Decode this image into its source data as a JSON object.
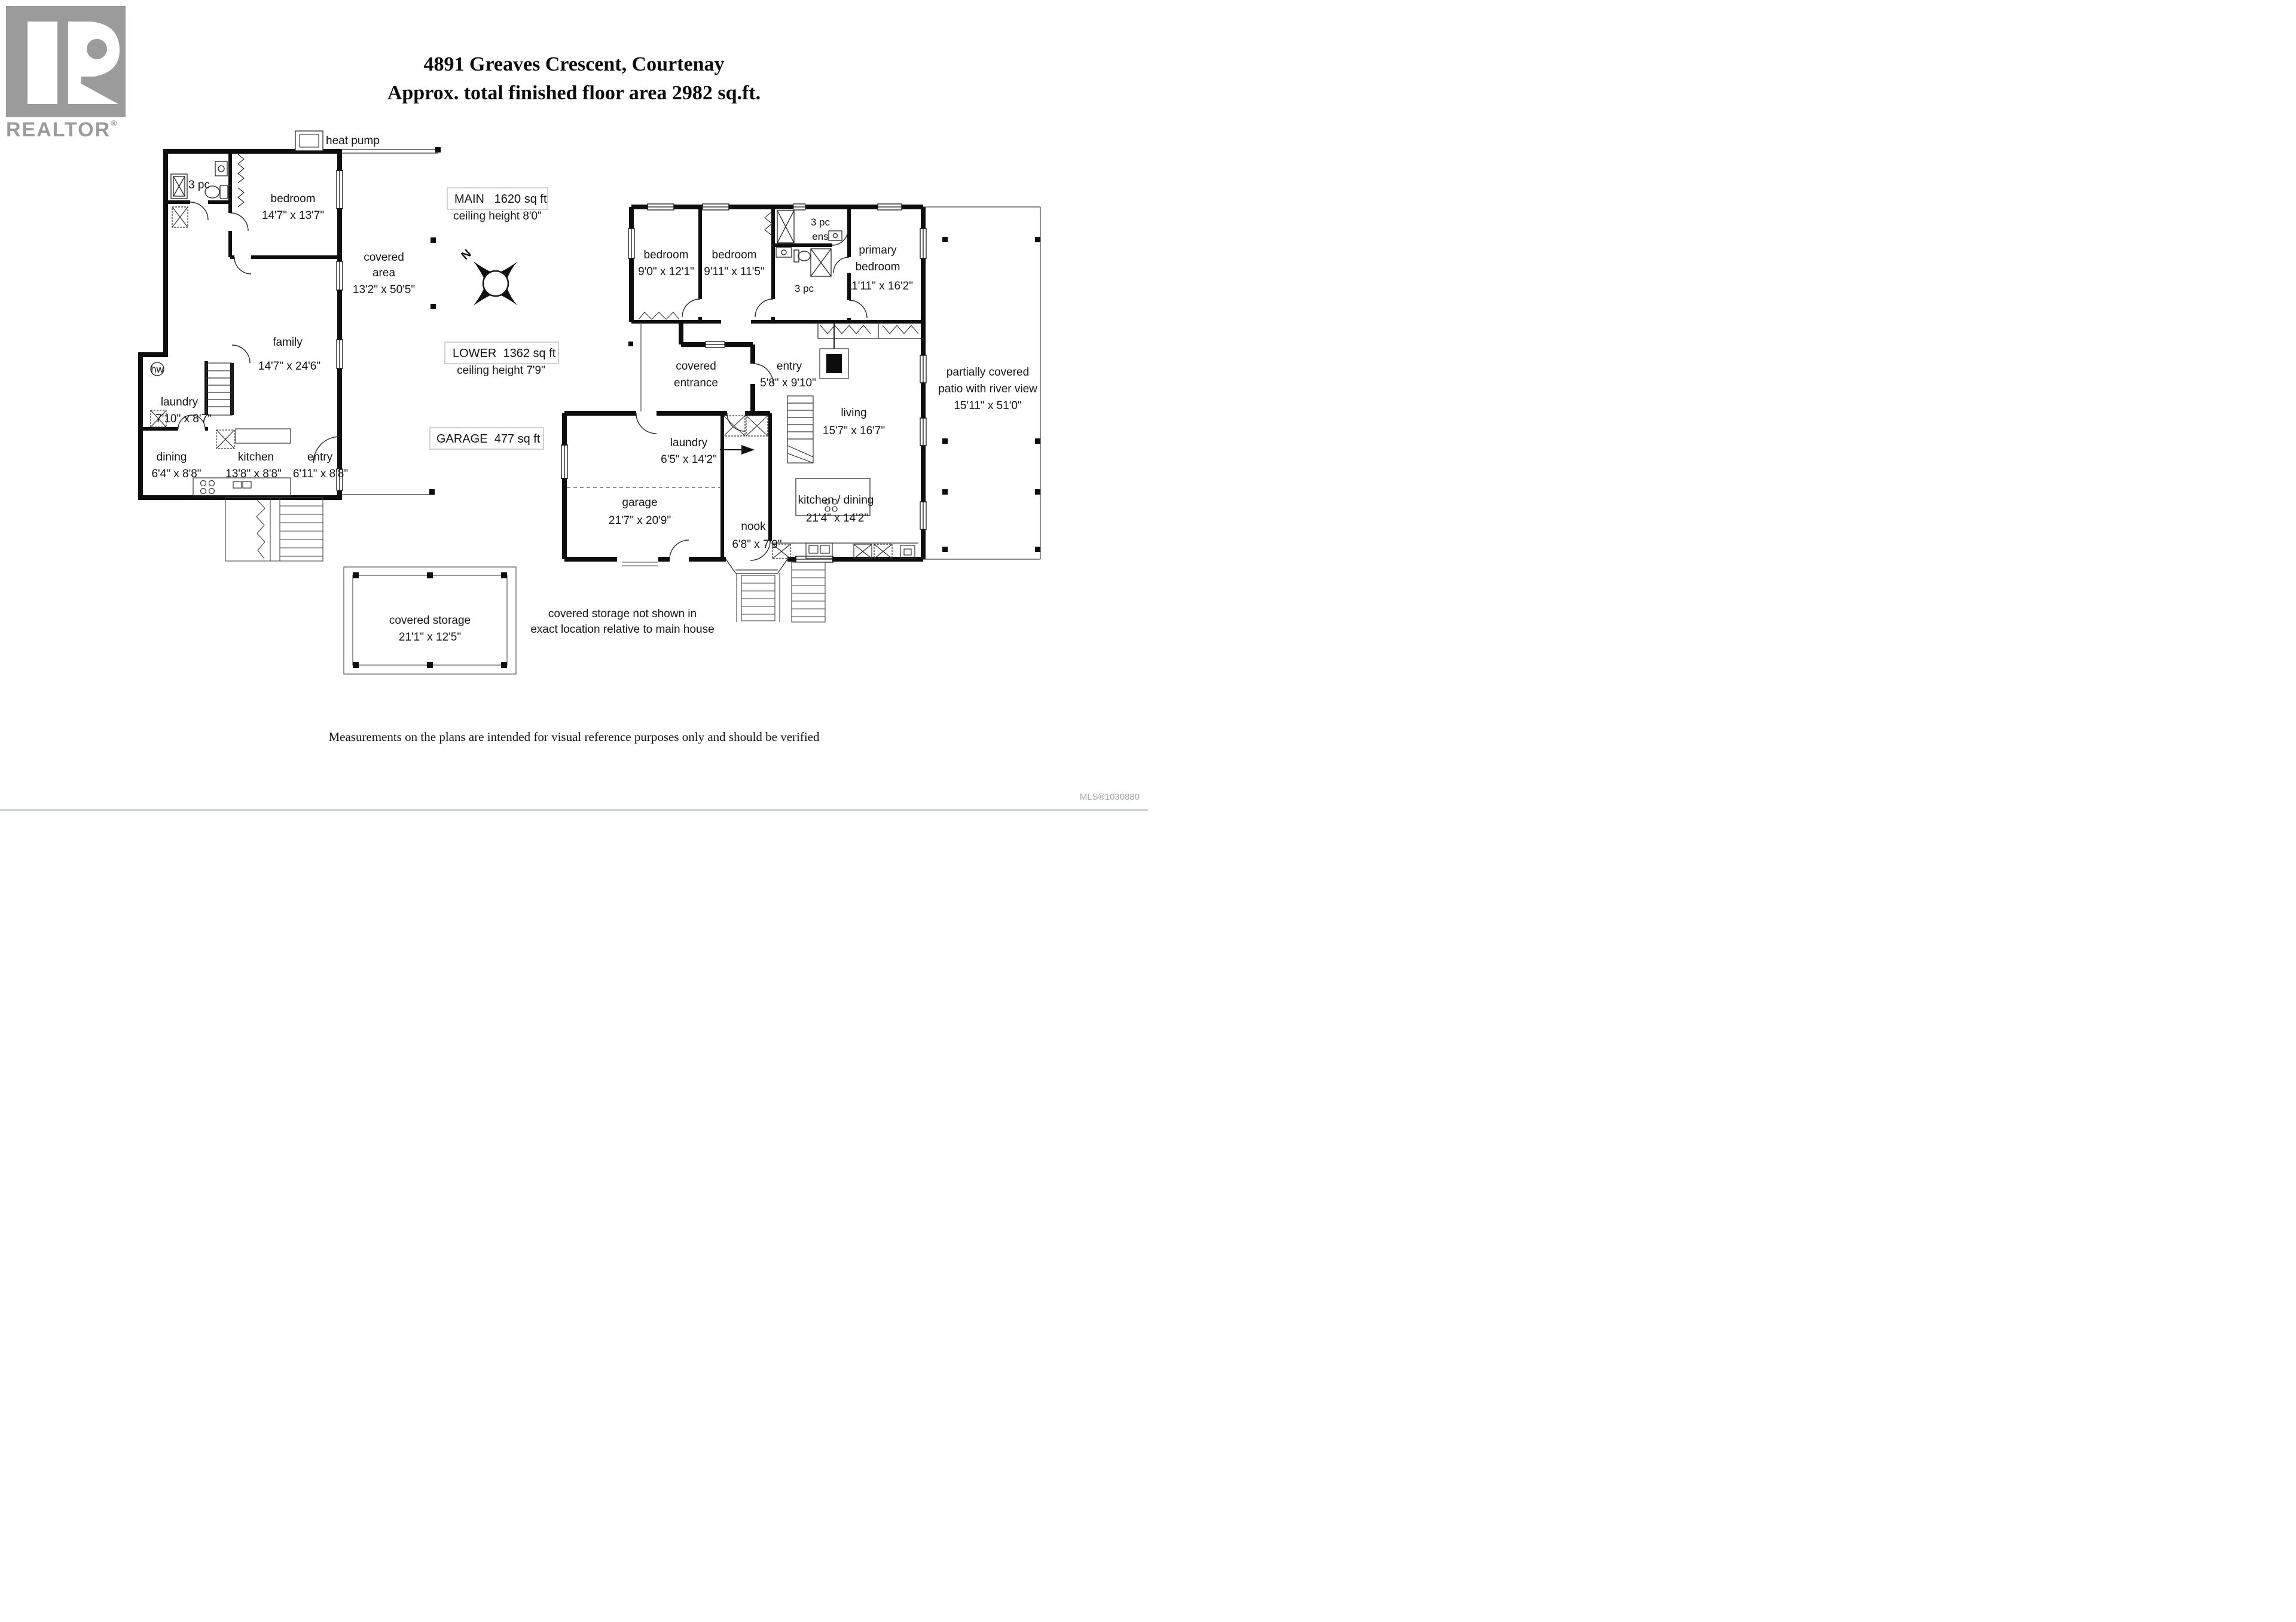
{
  "header": {
    "title_line1": "4891 Greaves Crescent, Courtenay",
    "title_line2": "Approx. total finished floor area 2982 sq.ft.",
    "logo_wordmark": "REALTOR",
    "logo_reg": "®"
  },
  "area_labels": {
    "main": "MAIN   1620 sq ft",
    "main_ceiling": "ceiling height 8'0\"",
    "lower": "LOWER  1362 sq ft",
    "lower_ceiling": "ceiling height 7'9\"",
    "garage": "GARAGE  477 sq ft"
  },
  "compass": {
    "north": "N"
  },
  "lower_plan": {
    "heat_pump": "heat pump",
    "bath": "3 pc",
    "bedroom": {
      "name": "bedroom",
      "dims": "14'7\" x 13'7\""
    },
    "covered_area": {
      "line1": "covered",
      "line2": "area",
      "dims": "13'2\" x 50'5\""
    },
    "family": {
      "name": "family",
      "dims": "14'7\" x 24'6\""
    },
    "hw": "hw",
    "laundry": {
      "name": "laundry",
      "dims": "7'10\" x 8'7\""
    },
    "dining": {
      "name": "dining",
      "dims": "6'4\" x 8'8\""
    },
    "kitchen": {
      "name": "kitchen",
      "dims": "13'8\" x 8'8\""
    },
    "entry": {
      "name": "entry",
      "dims": "6'11\" x 8'8\""
    }
  },
  "main_plan": {
    "bedroom1": {
      "name": "bedroom",
      "dims": "9'0\" x 12'1\""
    },
    "bedroom2": {
      "name": "bedroom",
      "dims": "9'11\" x 11'5\""
    },
    "ensuite": {
      "line1": "3 pc",
      "line2": "ens"
    },
    "bath": "3 pc",
    "primary": {
      "line1": "primary",
      "line2": "bedroom",
      "dims": "11'11\" x 16'2\""
    },
    "covered_entrance": {
      "line1": "covered",
      "line2": "entrance"
    },
    "entry": {
      "name": "entry",
      "dims": "5'8\" x 9'10\""
    },
    "living": {
      "name": "living",
      "dims": "15'7\" x 16'7\""
    },
    "patio": {
      "line1": "partially covered",
      "line2": "patio with river view",
      "dims": "15'11\" x 51'0\""
    },
    "laundry": {
      "name": "laundry",
      "dims": "6'5\" x 14'2\""
    },
    "garage": {
      "name": "garage",
      "dims": "21'7\" x 20'9\""
    },
    "nook": {
      "name": "nook",
      "dims": "6'8\" x 7'9\""
    },
    "kitchen_dining": {
      "name": "kitchen / dining",
      "dims": "21'4\" x 14'2\""
    }
  },
  "storage": {
    "label": {
      "name": "covered storage",
      "dims": "21'1\" x 12'5\""
    },
    "note_line1": "covered storage not shown in",
    "note_line2": "exact location relative to main house"
  },
  "footer": {
    "disclaimer": "Measurements on the plans are intended for visual reference purposes only and should be verified",
    "mls": "MLS®1030880"
  }
}
